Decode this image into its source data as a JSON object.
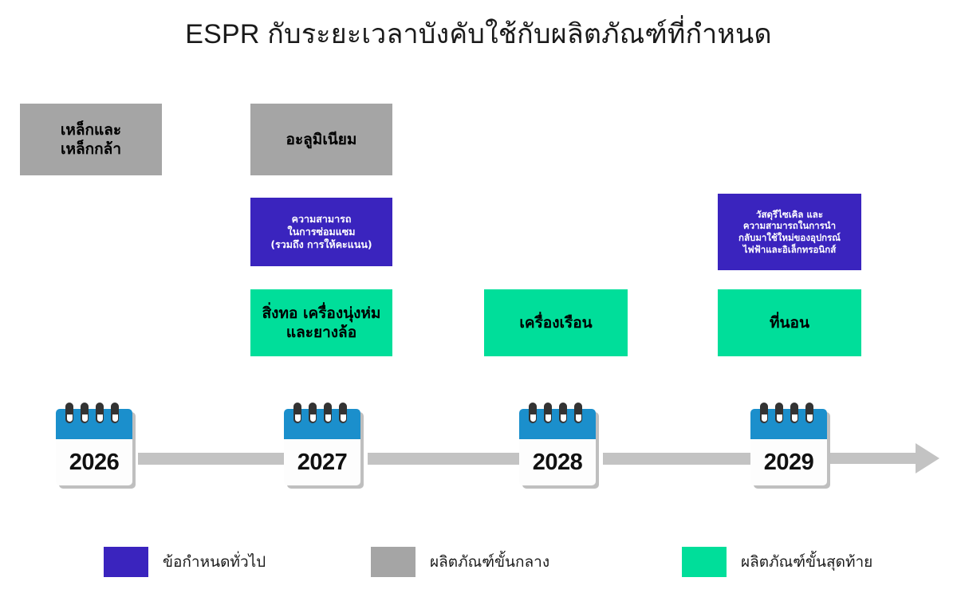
{
  "title": "ESPR กับระยะเวลาบังคับใช้กับผลิตภัณฑ์ที่กำหนด",
  "colors": {
    "general_requirement": "#3a24be",
    "intermediate_product": "#a5a5a5",
    "final_product": "#00de9a",
    "calendar_header": "#1b8fcc",
    "timeline_bar": "#c3c3c3",
    "background": "#ffffff"
  },
  "timeline": {
    "years": [
      "2026",
      "2027",
      "2028",
      "2029"
    ],
    "arrow_direction": "right"
  },
  "categories": [
    {
      "id": "steel",
      "label": "เหล็กและ\nเหล็กกล้า",
      "lines": [
        "เหล็กและ",
        "เหล็กกล้า"
      ],
      "type": "intermediate_product",
      "year": "2026"
    },
    {
      "id": "aluminium",
      "label": "อะลูมิเนียม",
      "lines": [
        "อะลูมิเนียม"
      ],
      "type": "intermediate_product",
      "year": "2027"
    },
    {
      "id": "repairability",
      "label": "ความสามารถ ในการซ่อมแซม (รวมถึง การให้คะแนน)",
      "lines": [
        "ความสามารถ",
        "ในการซ่อมแซม",
        "(รวมถึง การให้คะแนน)"
      ],
      "type": "general_requirement",
      "year": "2027"
    },
    {
      "id": "textiles",
      "label": "สิ่งทอ เครื่องนุ่งห่ม และยางล้อ",
      "lines": [
        "สิ่งทอ เครื่องนุ่งห่ม",
        "และยางล้อ"
      ],
      "type": "final_product",
      "year": "2027"
    },
    {
      "id": "furniture",
      "label": "เครื่องเรือน",
      "lines": [
        "เครื่องเรือน"
      ],
      "type": "final_product",
      "year": "2028"
    },
    {
      "id": "recycled-eee",
      "label": "วัสดุรีไซเคิล และความสามารถในการนำกลับมาใช้ใหม่ของอุปกรณ์ไฟฟ้าและอิเล็กทรอนิกส์",
      "lines": [
        "วัสดุรีไซเคิล และ",
        "ความสามารถในการนำ",
        "กลับมาใช้ใหม่ของอุปกรณ์",
        "ไฟฟ้าและอิเล็กทรอนิกส์"
      ],
      "type": "general_requirement",
      "year": "2029"
    },
    {
      "id": "mattress",
      "label": "ที่นอน",
      "lines": [
        "ที่นอน"
      ],
      "type": "final_product",
      "year": "2029"
    }
  ],
  "legend": [
    {
      "id": "general",
      "label": "ข้อกำหนดทั่วไป",
      "color": "#3a24be"
    },
    {
      "id": "intermediate",
      "label": "ผลิตภัณฑ์ขั้นกลาง",
      "color": "#a5a5a5"
    },
    {
      "id": "final",
      "label": "ผลิตภัณฑ์ขั้นสุดท้าย",
      "color": "#00de9a"
    }
  ]
}
